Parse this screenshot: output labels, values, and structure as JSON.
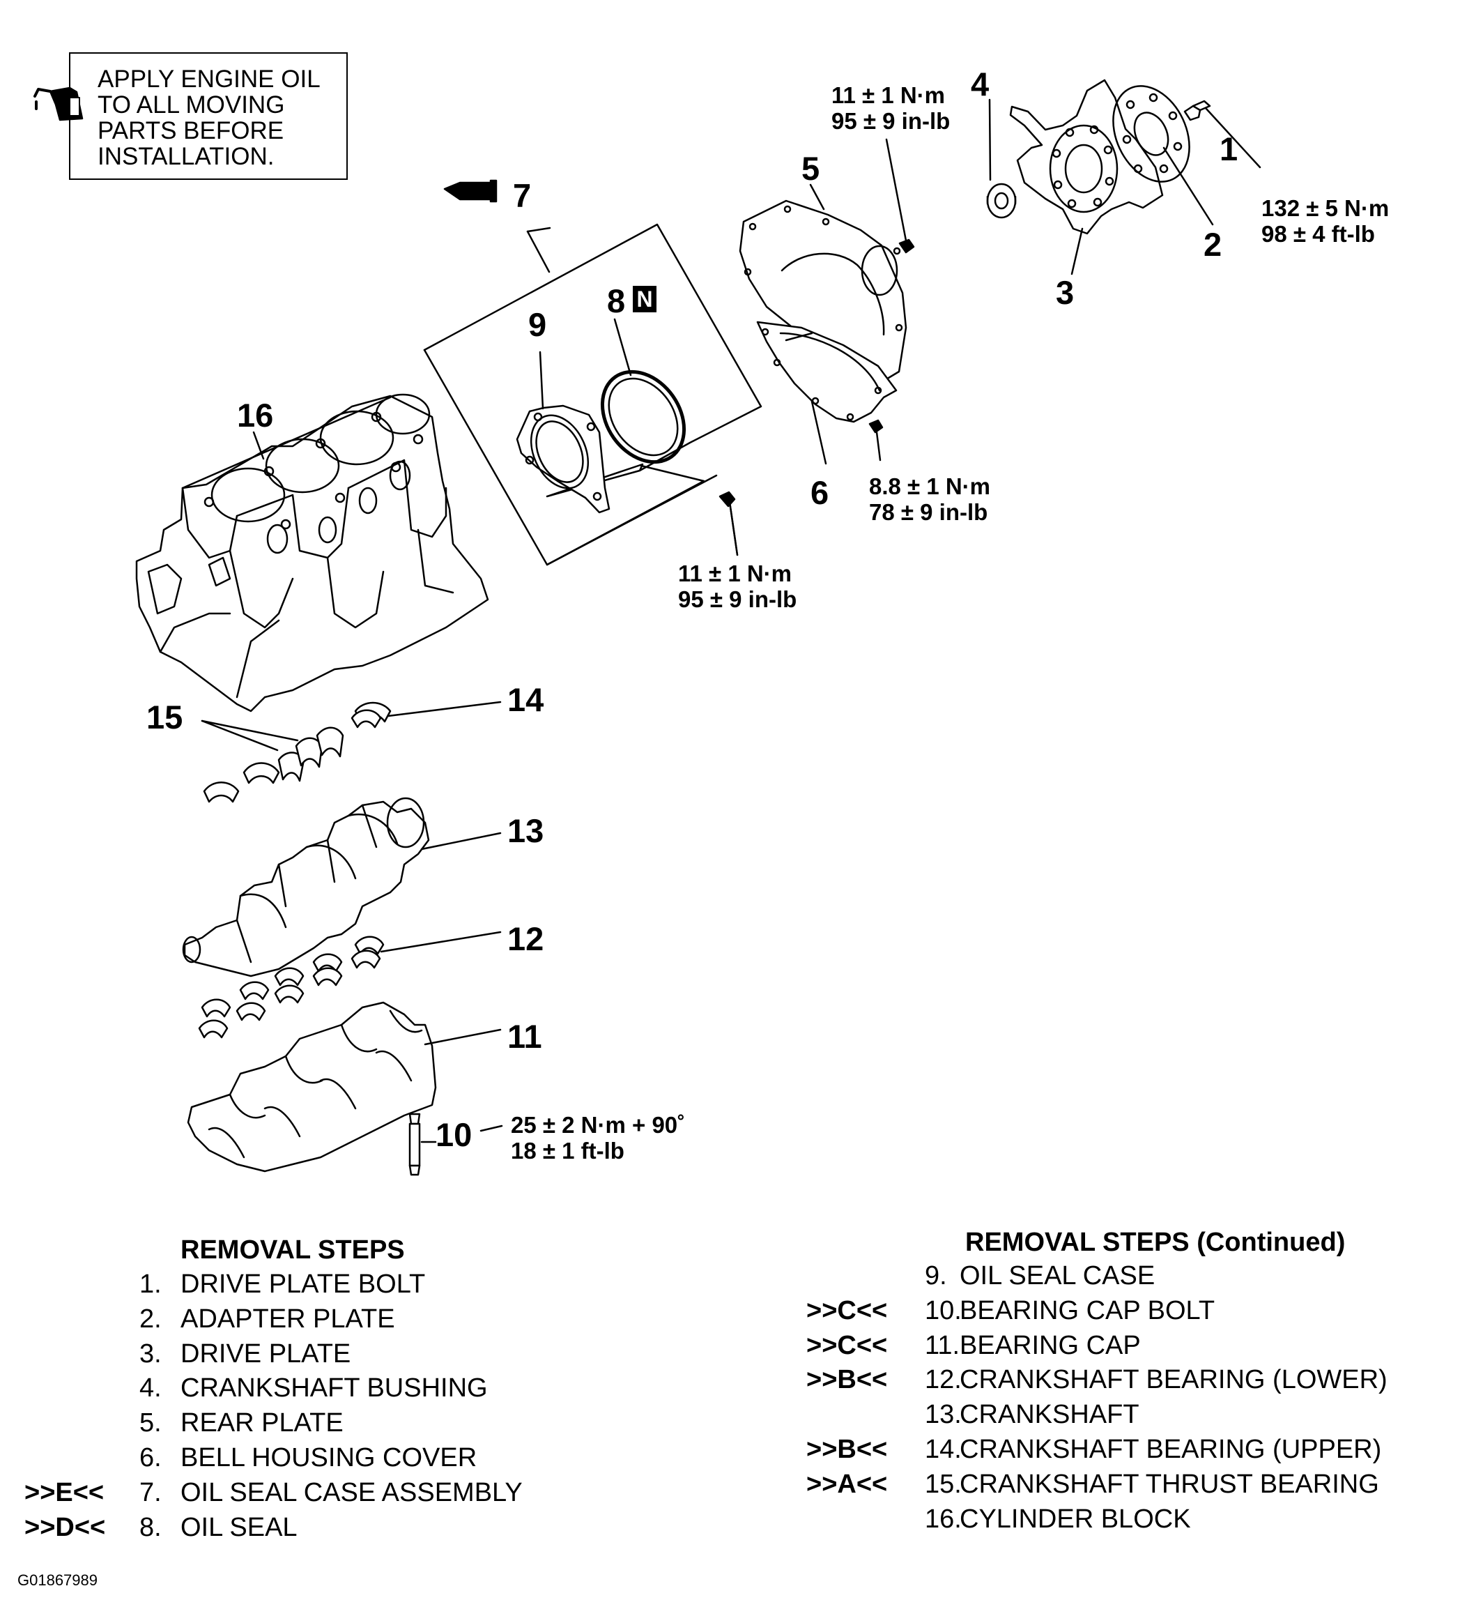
{
  "note": {
    "text": "APPLY ENGINE OIL\nTO ALL MOVING\nPARTS BEFORE\nINSTALLATION.",
    "icon": "oil-can-icon"
  },
  "callouts": {
    "p1": "1",
    "p2": "2",
    "p3": "3",
    "p4": "4",
    "p5": "5",
    "p6": "6",
    "p7": "7",
    "p8": "8",
    "p8_badge": "N",
    "p9": "9",
    "p10": "10",
    "p11": "11",
    "p12": "12",
    "p13": "13",
    "p14": "14",
    "p15": "15",
    "p16": "16"
  },
  "torques": {
    "t_part1": "132 ± 5 N·m\n98 ± 4 ft-lb",
    "t_part5_top": "11 ± 1 N·m\n95 ± 9 in-lb",
    "t_part6": "8.8 ± 1 N·m\n78 ± 9 in-lb",
    "t_case_bolt": "11 ± 1 N·m\n95 ± 9 in-lb",
    "t_part10_line1": "25 ± 2 N·m  + 90˚",
    "t_part10_line2": "18 ± 1 ft-lb"
  },
  "removal_steps": {
    "heading": "REMOVAL STEPS",
    "items": [
      {
        "mark": "",
        "num": "1.",
        "text": "DRIVE PLATE BOLT"
      },
      {
        "mark": "",
        "num": "2.",
        "text": "ADAPTER PLATE"
      },
      {
        "mark": "",
        "num": "3.",
        "text": "DRIVE PLATE"
      },
      {
        "mark": "",
        "num": "4.",
        "text": "CRANKSHAFT BUSHING"
      },
      {
        "mark": "",
        "num": "5.",
        "text": "REAR PLATE"
      },
      {
        "mark": "",
        "num": "6.",
        "text": "BELL HOUSING COVER"
      },
      {
        "mark": ">>E<<",
        "num": "7.",
        "text": "OIL SEAL CASE ASSEMBLY"
      },
      {
        "mark": ">>D<<",
        "num": "8.",
        "text": "OIL SEAL"
      }
    ]
  },
  "removal_steps_continued": {
    "heading": "REMOVAL STEPS (Continued)",
    "items": [
      {
        "mark": "",
        "num": "9.",
        "text": "OIL SEAL CASE"
      },
      {
        "mark": ">>C<<",
        "num": "10.",
        "text": "BEARING CAP BOLT"
      },
      {
        "mark": ">>C<<",
        "num": "11.",
        "text": "BEARING CAP"
      },
      {
        "mark": ">>B<<",
        "num": "12.",
        "text": "CRANKSHAFT BEARING (LOWER)"
      },
      {
        "mark": "",
        "num": "13.",
        "text": "CRANKSHAFT"
      },
      {
        "mark": ">>B<<",
        "num": "14.",
        "text": "CRANKSHAFT BEARING (UPPER)"
      },
      {
        "mark": ">>A<<",
        "num": "15.",
        "text": "CRANKSHAFT THRUST BEARING"
      },
      {
        "mark": "",
        "num": "16.",
        "text": "CYLINDER BLOCK"
      }
    ]
  },
  "figure_code": "G01867989"
}
